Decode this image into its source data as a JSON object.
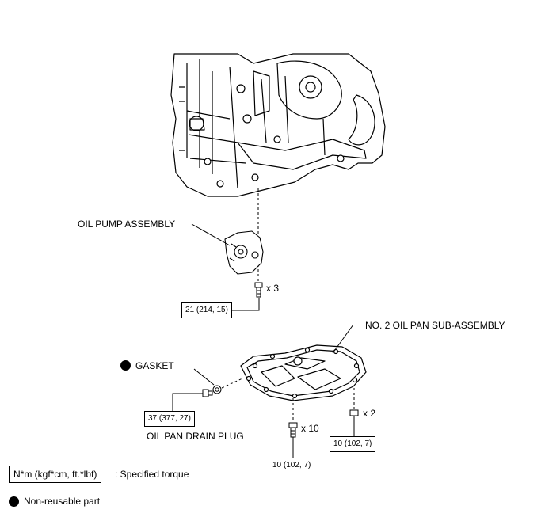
{
  "labels": {
    "oil_pump_assembly": "OIL PUMP ASSEMBLY",
    "no2_oil_pan": "NO. 2 OIL PAN SUB-ASSEMBLY",
    "gasket": "GASKET",
    "oil_pan_drain_plug": "OIL PAN DRAIN PLUG"
  },
  "torque": {
    "pump_bolts": "21 (214, 15)",
    "drain_plug": "37 (377, 27)",
    "pan_bolts_a": "10 (102, 7)",
    "pan_bolts_b": "10 (102, 7)"
  },
  "quantities": {
    "pump_bolts": "x 3",
    "pan_bolts_a": "x 10",
    "pan_bolts_b": "x 2"
  },
  "legend": {
    "torque_unit": "N*m (kgf*cm, ft.*lbf)",
    "torque_desc": ": Specified torque",
    "non_reusable": "Non-reusable part"
  }
}
